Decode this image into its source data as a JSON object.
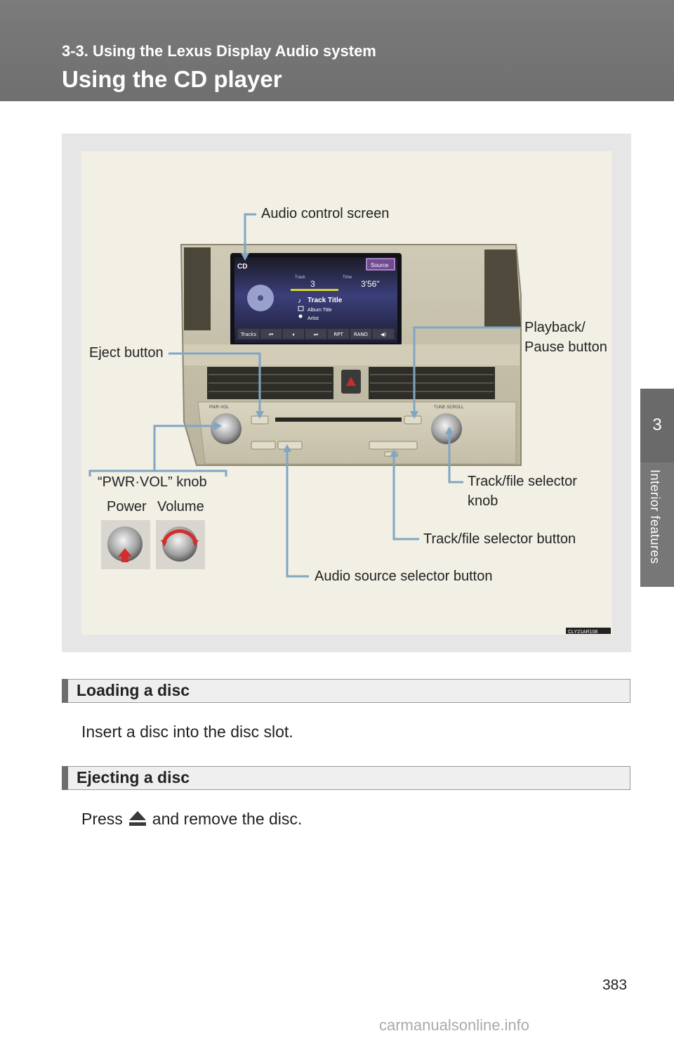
{
  "header": {
    "section": "3-3. Using the Lexus Display Audio system",
    "title": "Using the CD player"
  },
  "side_tab": {
    "chapter_number": "3",
    "chapter_name": "Interior features"
  },
  "figure": {
    "callouts": {
      "audio_control_screen": "Audio control screen",
      "eject_button": "Eject button",
      "playback_pause_button": "Playback/ Pause button",
      "pwr_vol_knob": "“PWR·VOL” knob",
      "power": "Power",
      "volume": "Volume",
      "track_file_selector_knob": "Track/file selector knob",
      "track_file_selector_button": "Track/file selector button",
      "audio_source_selector_button": "Audio source selector button"
    },
    "screen": {
      "mode": "CD",
      "source_button": "Source",
      "track_label": "Track",
      "time_label": "Time",
      "track_number": "3",
      "time_value": "3'56\"",
      "track_title": "Track Title",
      "album_title": "Album Title",
      "artist": "Artist",
      "bottom_bar": [
        "Tracks",
        "⏮",
        "⏸",
        "⏭",
        "RPT",
        "RAND",
        "◀)"
      ]
    },
    "panel_labels": {
      "pwr_vol": "PWR·VOL",
      "tune_scroll": "TUNE·SCROLL"
    },
    "image_code": "CLY21AR108"
  },
  "sections": [
    {
      "heading": "Loading a disc",
      "body": "Insert a disc into the disc slot."
    },
    {
      "heading": "Ejecting a disc",
      "body_before": "Press",
      "body_after": "and remove the disc."
    }
  ],
  "page_number": "383",
  "watermark": "carmanualsonline.info",
  "icons": [
    "eject-icon",
    "cd-disc-icon",
    "music-note-icon",
    "album-icon",
    "artist-icon",
    "hazard-icon"
  ]
}
